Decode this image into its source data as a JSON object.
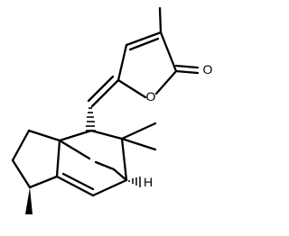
{
  "molecule": {
    "atom_labels": {
      "ring_oxygen": "O",
      "carbonyl_oxygen": "O",
      "bridgehead_hydrogen": "H"
    },
    "colors": {
      "bonds": "#000000",
      "labels": "#000000",
      "background": "#ffffff"
    }
  }
}
